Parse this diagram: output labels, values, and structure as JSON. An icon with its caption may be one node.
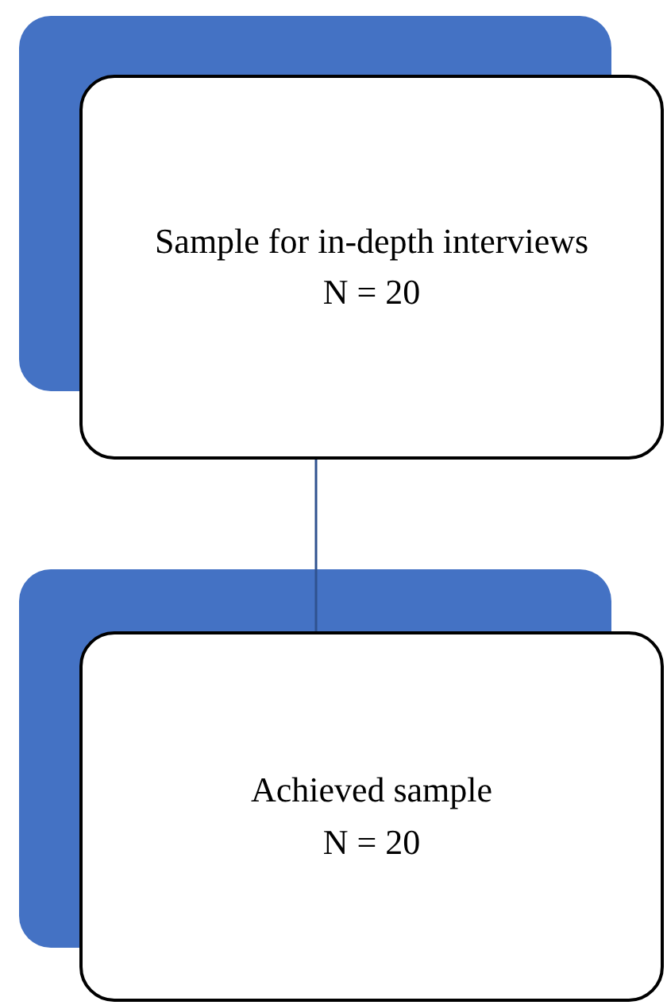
{
  "diagram": {
    "nodes": [
      {
        "text": [
          "Sample for in-depth interviews",
          "N = 20"
        ]
      },
      {
        "text": [
          "Achieved sample",
          "N = 20"
        ]
      }
    ],
    "edges": [
      {
        "from": 0,
        "to": 1,
        "arrow": "none"
      }
    ]
  }
}
